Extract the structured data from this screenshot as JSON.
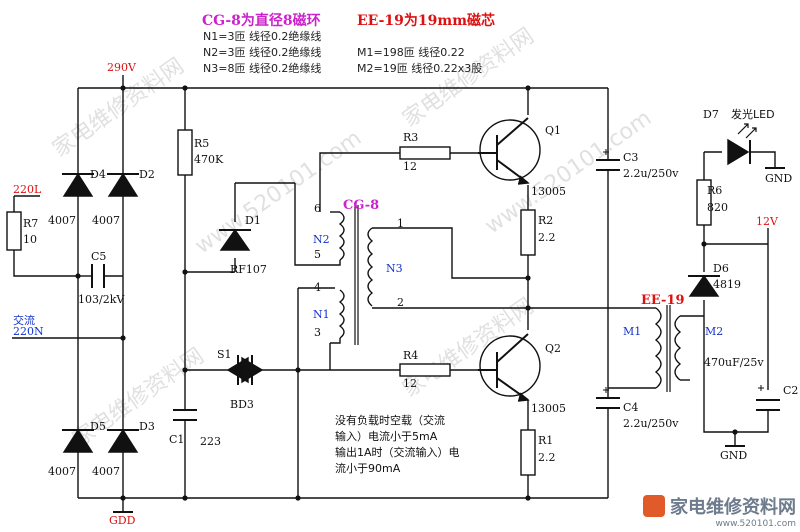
{
  "header": {
    "title_cg8": "CG-8为直径8磁环",
    "title_ee19": "EE-19为19mm磁芯",
    "n1": "N1=3匝  线径0.2绝缘线",
    "n2": "N2=3匝  线径0.2绝缘线",
    "n3": "N3=8匝  线径0.2绝缘线",
    "m1": "M1=198匝  线径0.22",
    "m2": "M2=19匝   线径0.22x3股"
  },
  "labels": {
    "v290": "290V",
    "l220": "220L",
    "ac_a": "交流",
    "ac_b": "220N",
    "gdd": "GDD",
    "r7": "R7",
    "r7v": "10",
    "c5": "C5",
    "c5v": "103/2kV",
    "d4": "D4",
    "d2": "D2",
    "d5": "D5",
    "d3": "D3",
    "d4v": "4007",
    "d2v": "4007",
    "d5v": "4007",
    "d3v": "4007",
    "r5": "R5",
    "r5v": "470K",
    "d1": "D1",
    "d1v": "RF107",
    "s1": "S1",
    "bd3": "BD3",
    "c1": "C1",
    "c1v": "223",
    "r3": "R3",
    "r3v": "12",
    "r4": "R4",
    "r4v": "12",
    "q1": "Q1",
    "q1v": "13005",
    "q2": "Q2",
    "q2v": "13005",
    "r2": "R2",
    "r2v": "2.2",
    "r1": "R1",
    "r1v": "2.2",
    "cg8": "CG-8",
    "n1w": "N1",
    "n2w": "N2",
    "n3w": "N3",
    "p6": "6",
    "p5": "5",
    "p4": "4",
    "p3": "3",
    "p1": "1",
    "p2": "2",
    "c3": "C3",
    "c3v": "2.2u/250v",
    "c4": "C4",
    "c4v": "2.2u/250v",
    "ee19": "EE-19",
    "m1w": "M1",
    "m2w": "M2",
    "d7": "D7",
    "led": "发光LED",
    "gnd_top": "GND",
    "gnd_bot": "GND",
    "r6": "R6",
    "r6v": "820",
    "v12": "12V",
    "d6": "D6",
    "d6v": "4819",
    "c2": "C2",
    "c2v": "470uF/25v"
  },
  "notes": {
    "line1": "没有负载时空载（交流",
    "line2": "输入）电流小于5mA",
    "line3": "输出1A时（交流输入）电",
    "line4": "流小于90mA"
  },
  "watermark": {
    "brand": "家电维修资料网",
    "url": "www.520101.com"
  },
  "colors": {
    "wire": "#111111",
    "component": "#111111",
    "header_cg8": "#cc22cc",
    "header_ee19": "#dd1111",
    "power_label": "#dd1111",
    "blue_label": "#1133cc"
  }
}
